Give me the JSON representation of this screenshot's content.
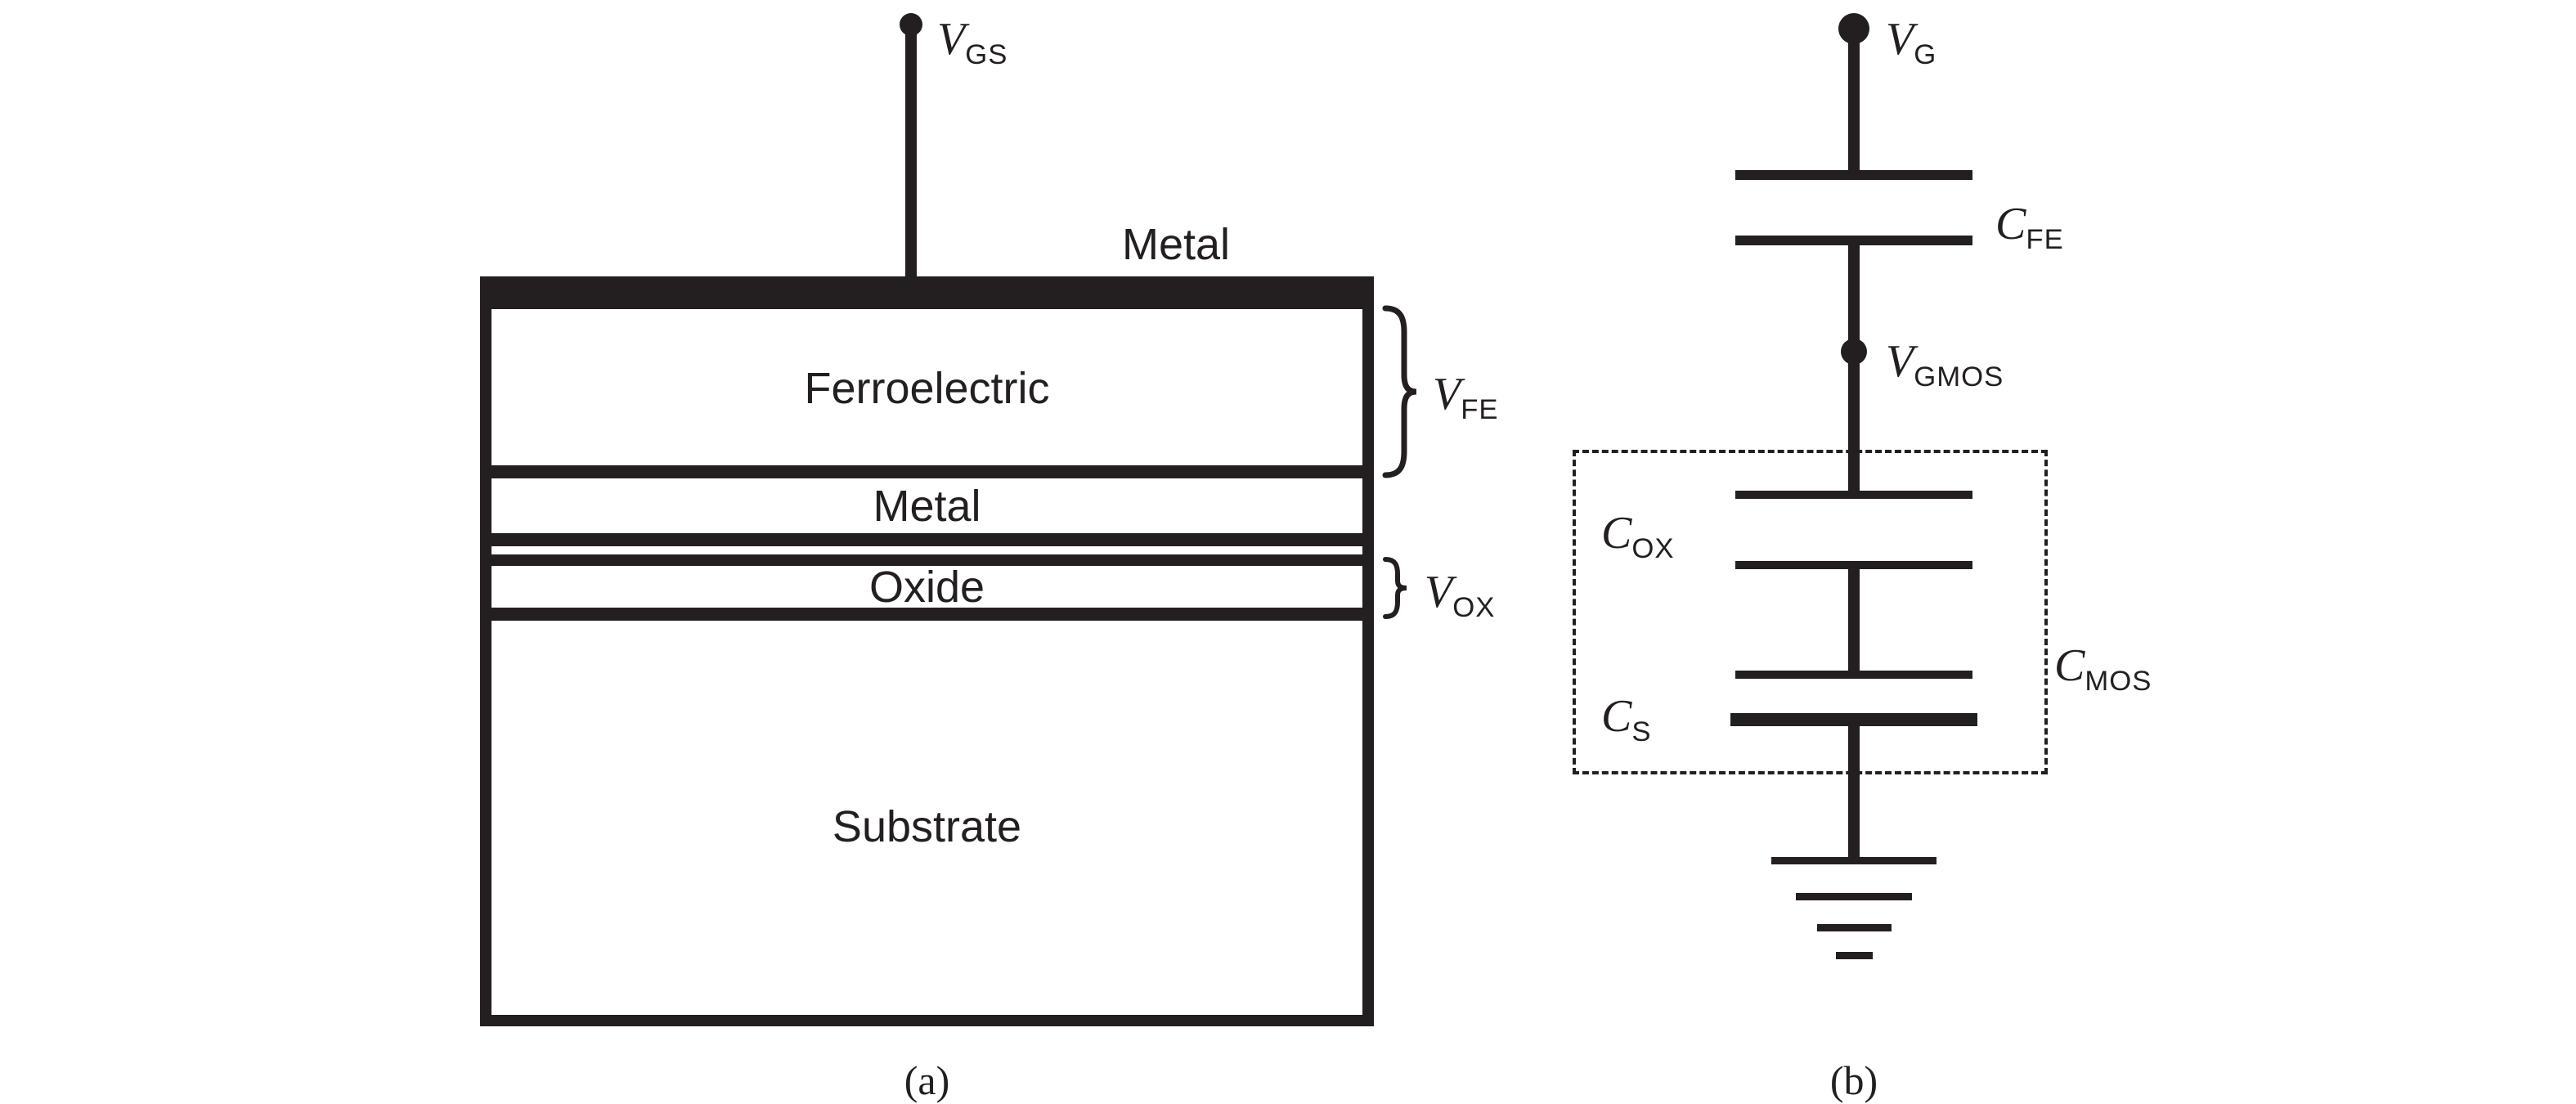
{
  "figure": {
    "colors": {
      "ink": "#231f20",
      "background": "#ffffff"
    },
    "panel_a": {
      "caption": "(a)",
      "terminal": {
        "main": "V",
        "sub": "GS"
      },
      "top_electrode_label": "Metal",
      "layers": {
        "ferroelectric": "Ferroelectric",
        "metal": "Metal",
        "oxide": "Oxide",
        "substrate": "Substrate"
      },
      "v_fe": {
        "main": "V",
        "sub": "FE"
      },
      "v_ox": {
        "main": "V",
        "sub": "OX"
      }
    },
    "panel_b": {
      "caption": "(b)",
      "terminal": {
        "main": "V",
        "sub": "G"
      },
      "c_fe": {
        "main": "C",
        "sub": "FE"
      },
      "v_gmos": {
        "main": "V",
        "sub": "GMOS"
      },
      "c_ox": {
        "main": "C",
        "sub": "OX"
      },
      "c_s": {
        "main": "C",
        "sub": "S"
      },
      "c_mos": {
        "main": "C",
        "sub": "MOS"
      }
    }
  }
}
